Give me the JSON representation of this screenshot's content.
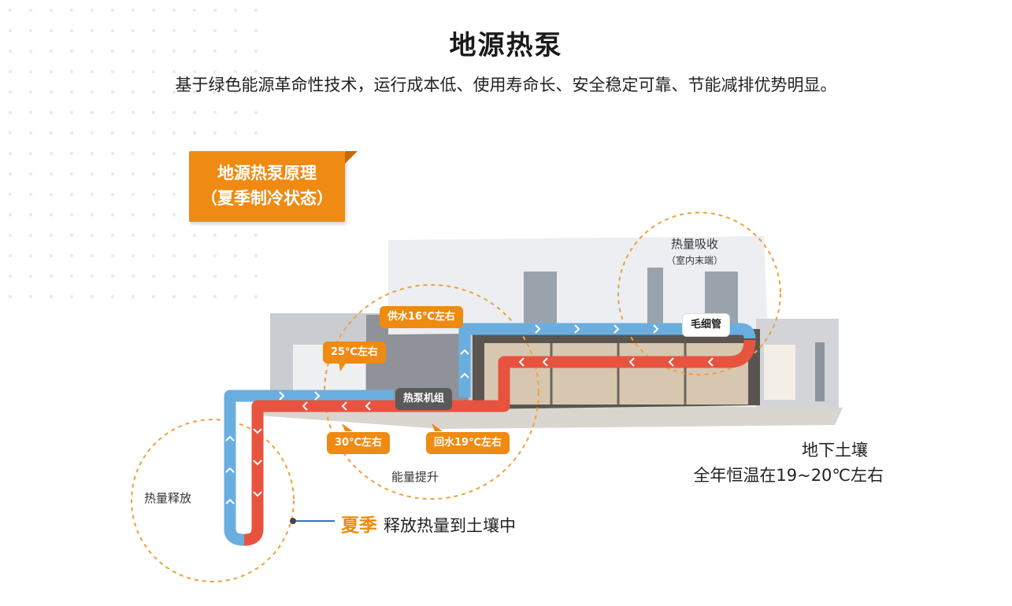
{
  "header": {
    "title": "地源热泵",
    "subtitle": "基于绿色能源革命性技术，运行成本低、使用寿命长、安全稳定可靠、节能减排优势明显。"
  },
  "tag": {
    "line1": "地源热泵原理",
    "line2": "（夏季制冷状态）"
  },
  "labels": {
    "supply_water": "供水16℃左右",
    "temp_25": "25℃左右",
    "temp_30": "30℃左右",
    "return_water": "回水19℃左右",
    "heat_pump_unit": "热泵机组",
    "capillary": "毛细管",
    "heat_absorb": "热量吸收",
    "heat_absorb_sub": "（室内末端）",
    "energy_boost": "能量提升",
    "heat_release": "热量释放"
  },
  "soil": {
    "line1": "地下土壤",
    "line2": "全年恒温在19~20℃左右"
  },
  "summer_note": {
    "season": "夏季",
    "text": "释放热量到土壤中"
  },
  "colors": {
    "accent": "#ef8a12",
    "hot_pipe": "#e8533f",
    "cold_pipe": "#6aaee0"
  }
}
